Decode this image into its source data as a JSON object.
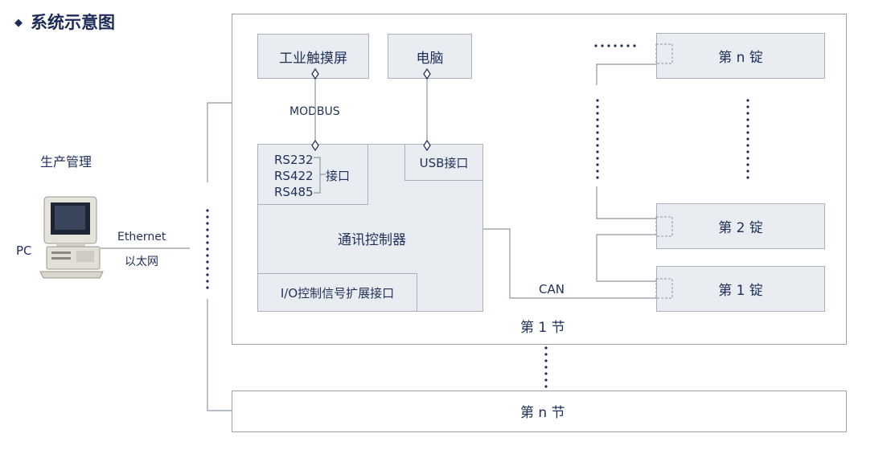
{
  "header": {
    "bullet": "◆",
    "title": "系统示意图"
  },
  "left": {
    "management": "生产管理",
    "pc": "PC",
    "ethernet": "Ethernet",
    "ethernet_cn": "以太网"
  },
  "section1": {
    "label": "第 1 节",
    "touchscreen": "工业触摸屏",
    "computer": "电脑",
    "modbus": "MODBUS",
    "controller": {
      "label": "通讯控制器",
      "serial_ports": [
        "RS232",
        "RS422",
        "RS485"
      ],
      "serial_label": "接口",
      "usb": "USB接口",
      "io": "I/O控制信号扩展接口"
    },
    "can": "CAN",
    "spindles": {
      "n": "第 n 锭",
      "two": "第 2 锭",
      "one": "第 1 锭"
    }
  },
  "section_n": {
    "label": "第 n 节"
  },
  "colors": {
    "text": "#1f2f5a",
    "box_fill": "#e9edf1",
    "box_border": "#aab1b9",
    "line": "#8e97a2"
  },
  "icons": [
    "diamond-bullet-icon",
    "computer-pc-icon",
    "diamond-connector-icon",
    "vertical-ellipsis-icon"
  ]
}
